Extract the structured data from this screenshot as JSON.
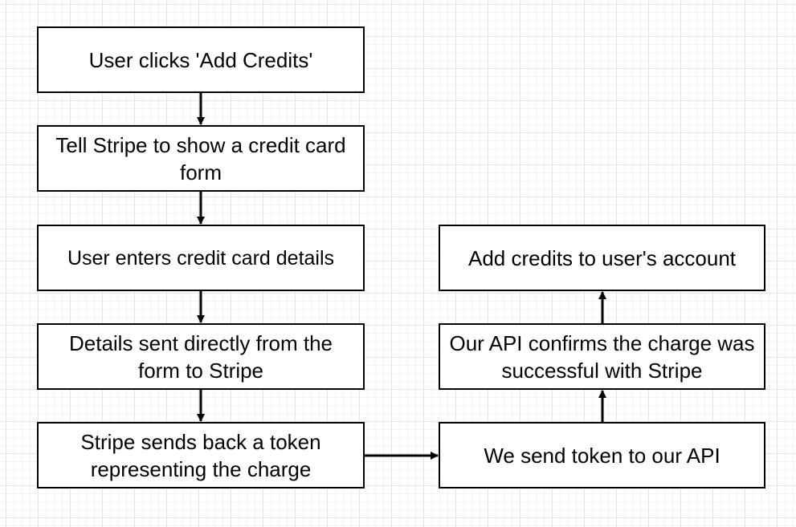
{
  "steps": {
    "add_credits_click": "User clicks 'Add Credits'",
    "show_form": "Tell Stripe to show a credit card form",
    "enter_details": "User enters credit card details",
    "details_sent": "Details sent directly from the form to Stripe",
    "token_back": "Stripe sends back a token representing the charge",
    "send_token": "We send token to our API",
    "api_confirms": "Our API confirms the charge was successful with Stripe",
    "add_credits_account": "Add credits to user's account"
  },
  "colors": {
    "stroke": "#000000",
    "box_fill": "#ffffff",
    "grid": "#e6e6e6"
  }
}
